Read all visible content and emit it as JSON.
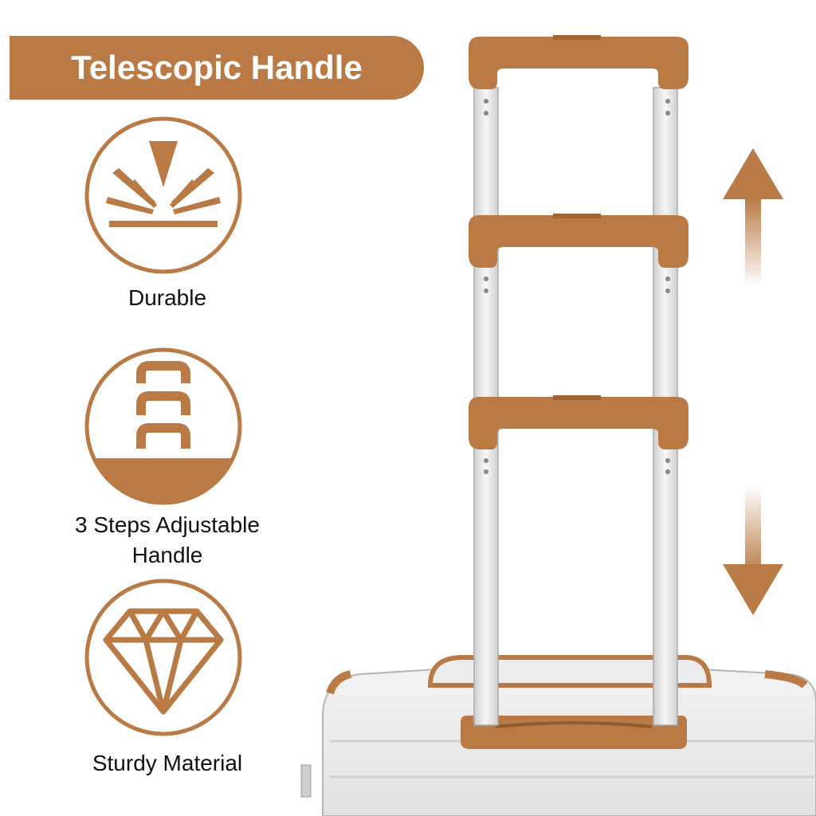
{
  "banner": {
    "title": "Telescopic Handle"
  },
  "features": [
    {
      "label": "Durable",
      "icon": "impact-burst-icon"
    },
    {
      "label_line1": "3 Steps Adjustable",
      "label_line2": "Handle",
      "icon": "three-step-handle-icon"
    },
    {
      "label": "Sturdy Material",
      "icon": "diamond-icon"
    }
  ],
  "colors": {
    "accent": "#b97a45",
    "text": "#111111",
    "background": "#ffffff",
    "metal": "#e6e6e6",
    "case": "#f4f4f4"
  }
}
